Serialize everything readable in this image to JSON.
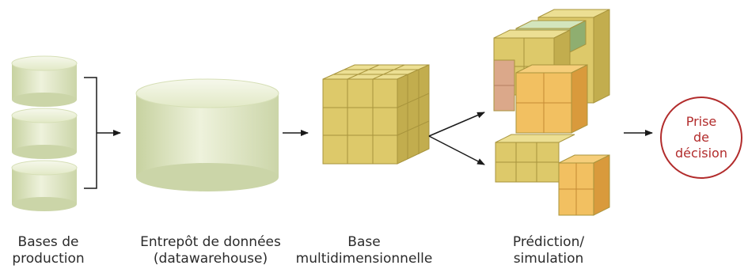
{
  "labels": {
    "production_line1": "Bases de",
    "production_line2": "production",
    "warehouse_line1": "Entrepôt de données",
    "warehouse_line2": "(datawarehouse)",
    "multidim_line1": "Base",
    "multidim_line2": "multidimensionnelle",
    "prediction_line1": "Prédiction/",
    "prediction_line2": "simulation"
  },
  "decision": {
    "line1": "Prise",
    "line2": "de",
    "line3": "décision"
  },
  "colors": {
    "cylinder_light": "#eef2dc",
    "cylinder_mid": "#d6dfb6",
    "cube_yellow": "#ddc96a",
    "cube_orange": "#f2b24a",
    "cube_green": "#b7cf9c",
    "cube_salmon": "#dba88a",
    "decision_red": "#b22c2c",
    "arrow": "#1a1a1a"
  }
}
